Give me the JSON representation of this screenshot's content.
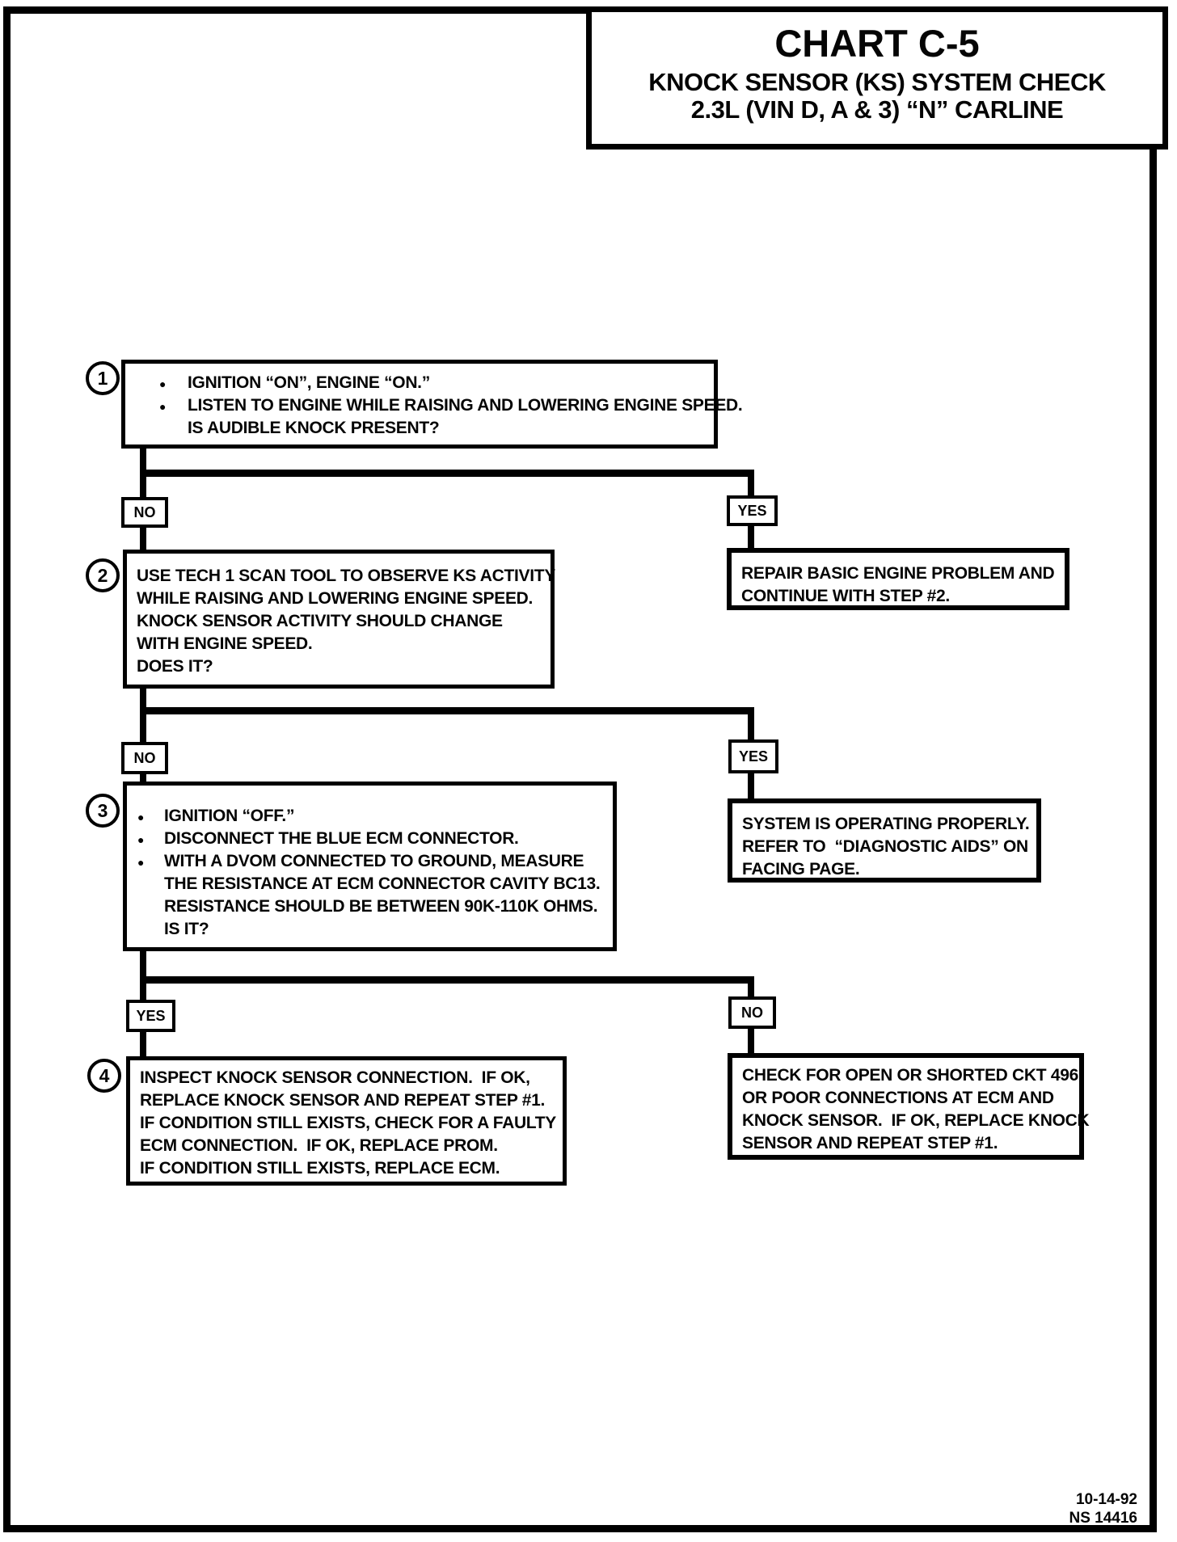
{
  "title": {
    "main": "CHART C-5",
    "sub1": "KNOCK SENSOR (KS) SYSTEM CHECK",
    "sub2": "2.3L (VIN D, A & 3) “N” CARLINE"
  },
  "flow": {
    "step1": {
      "num": "1",
      "line1": "IGNITION “ON”, ENGINE “ON.”",
      "line2": "LISTEN TO ENGINE WHILE RAISING AND LOWERING ENGINE SPEED.",
      "line3": "IS AUDIBLE KNOCK PRESENT?"
    },
    "branch1": {
      "no": "NO",
      "yes": "YES"
    },
    "result1": {
      "line1": "REPAIR BASIC ENGINE PROBLEM AND",
      "line2": "CONTINUE WITH STEP #2."
    },
    "step2": {
      "num": "2",
      "line1": "USE TECH 1 SCAN TOOL TO OBSERVE KS ACTIVITY",
      "line2": "WHILE RAISING AND LOWERING ENGINE SPEED.",
      "line3": "KNOCK SENSOR ACTIVITY SHOULD CHANGE",
      "line4": "WITH ENGINE SPEED.",
      "line5": "DOES IT?"
    },
    "branch2": {
      "no": "NO",
      "yes": "YES"
    },
    "result2": {
      "line1": "SYSTEM IS OPERATING PROPERLY.",
      "line2": "REFER TO  “DIAGNOSTIC AIDS” ON",
      "line3": "FACING PAGE."
    },
    "step3": {
      "num": "3",
      "line1": "IGNITION “OFF.”",
      "line2": "DISCONNECT THE BLUE ECM CONNECTOR.",
      "line3": "WITH A DVOM CONNECTED TO GROUND, MEASURE",
      "line4": "THE RESISTANCE AT ECM CONNECTOR CAVITY BC13.",
      "line5": "RESISTANCE SHOULD BE BETWEEN 90K-110K OHMS.",
      "line6": "IS IT?"
    },
    "branch3": {
      "yes": "YES",
      "no": "NO"
    },
    "step4": {
      "num": "4",
      "line1": "INSPECT KNOCK SENSOR CONNECTION.  IF OK,",
      "line2": "REPLACE KNOCK SENSOR AND REPEAT STEP #1.",
      "line3": "IF CONDITION STILL EXISTS, CHECK FOR A FAULTY",
      "line4": "ECM CONNECTION.  IF OK, REPLACE PROM.",
      "line5": "IF CONDITION STILL EXISTS, REPLACE ECM."
    },
    "result3": {
      "line1": "CHECK FOR OPEN OR SHORTED CKT 496",
      "line2": "OR POOR CONNECTIONS AT ECM AND",
      "line3": "KNOCK SENSOR.  IF OK, REPLACE KNOCK",
      "line4": "SENSOR AND REPEAT STEP #1."
    }
  },
  "footer": {
    "date": "10-14-92",
    "code": "NS 14416"
  }
}
